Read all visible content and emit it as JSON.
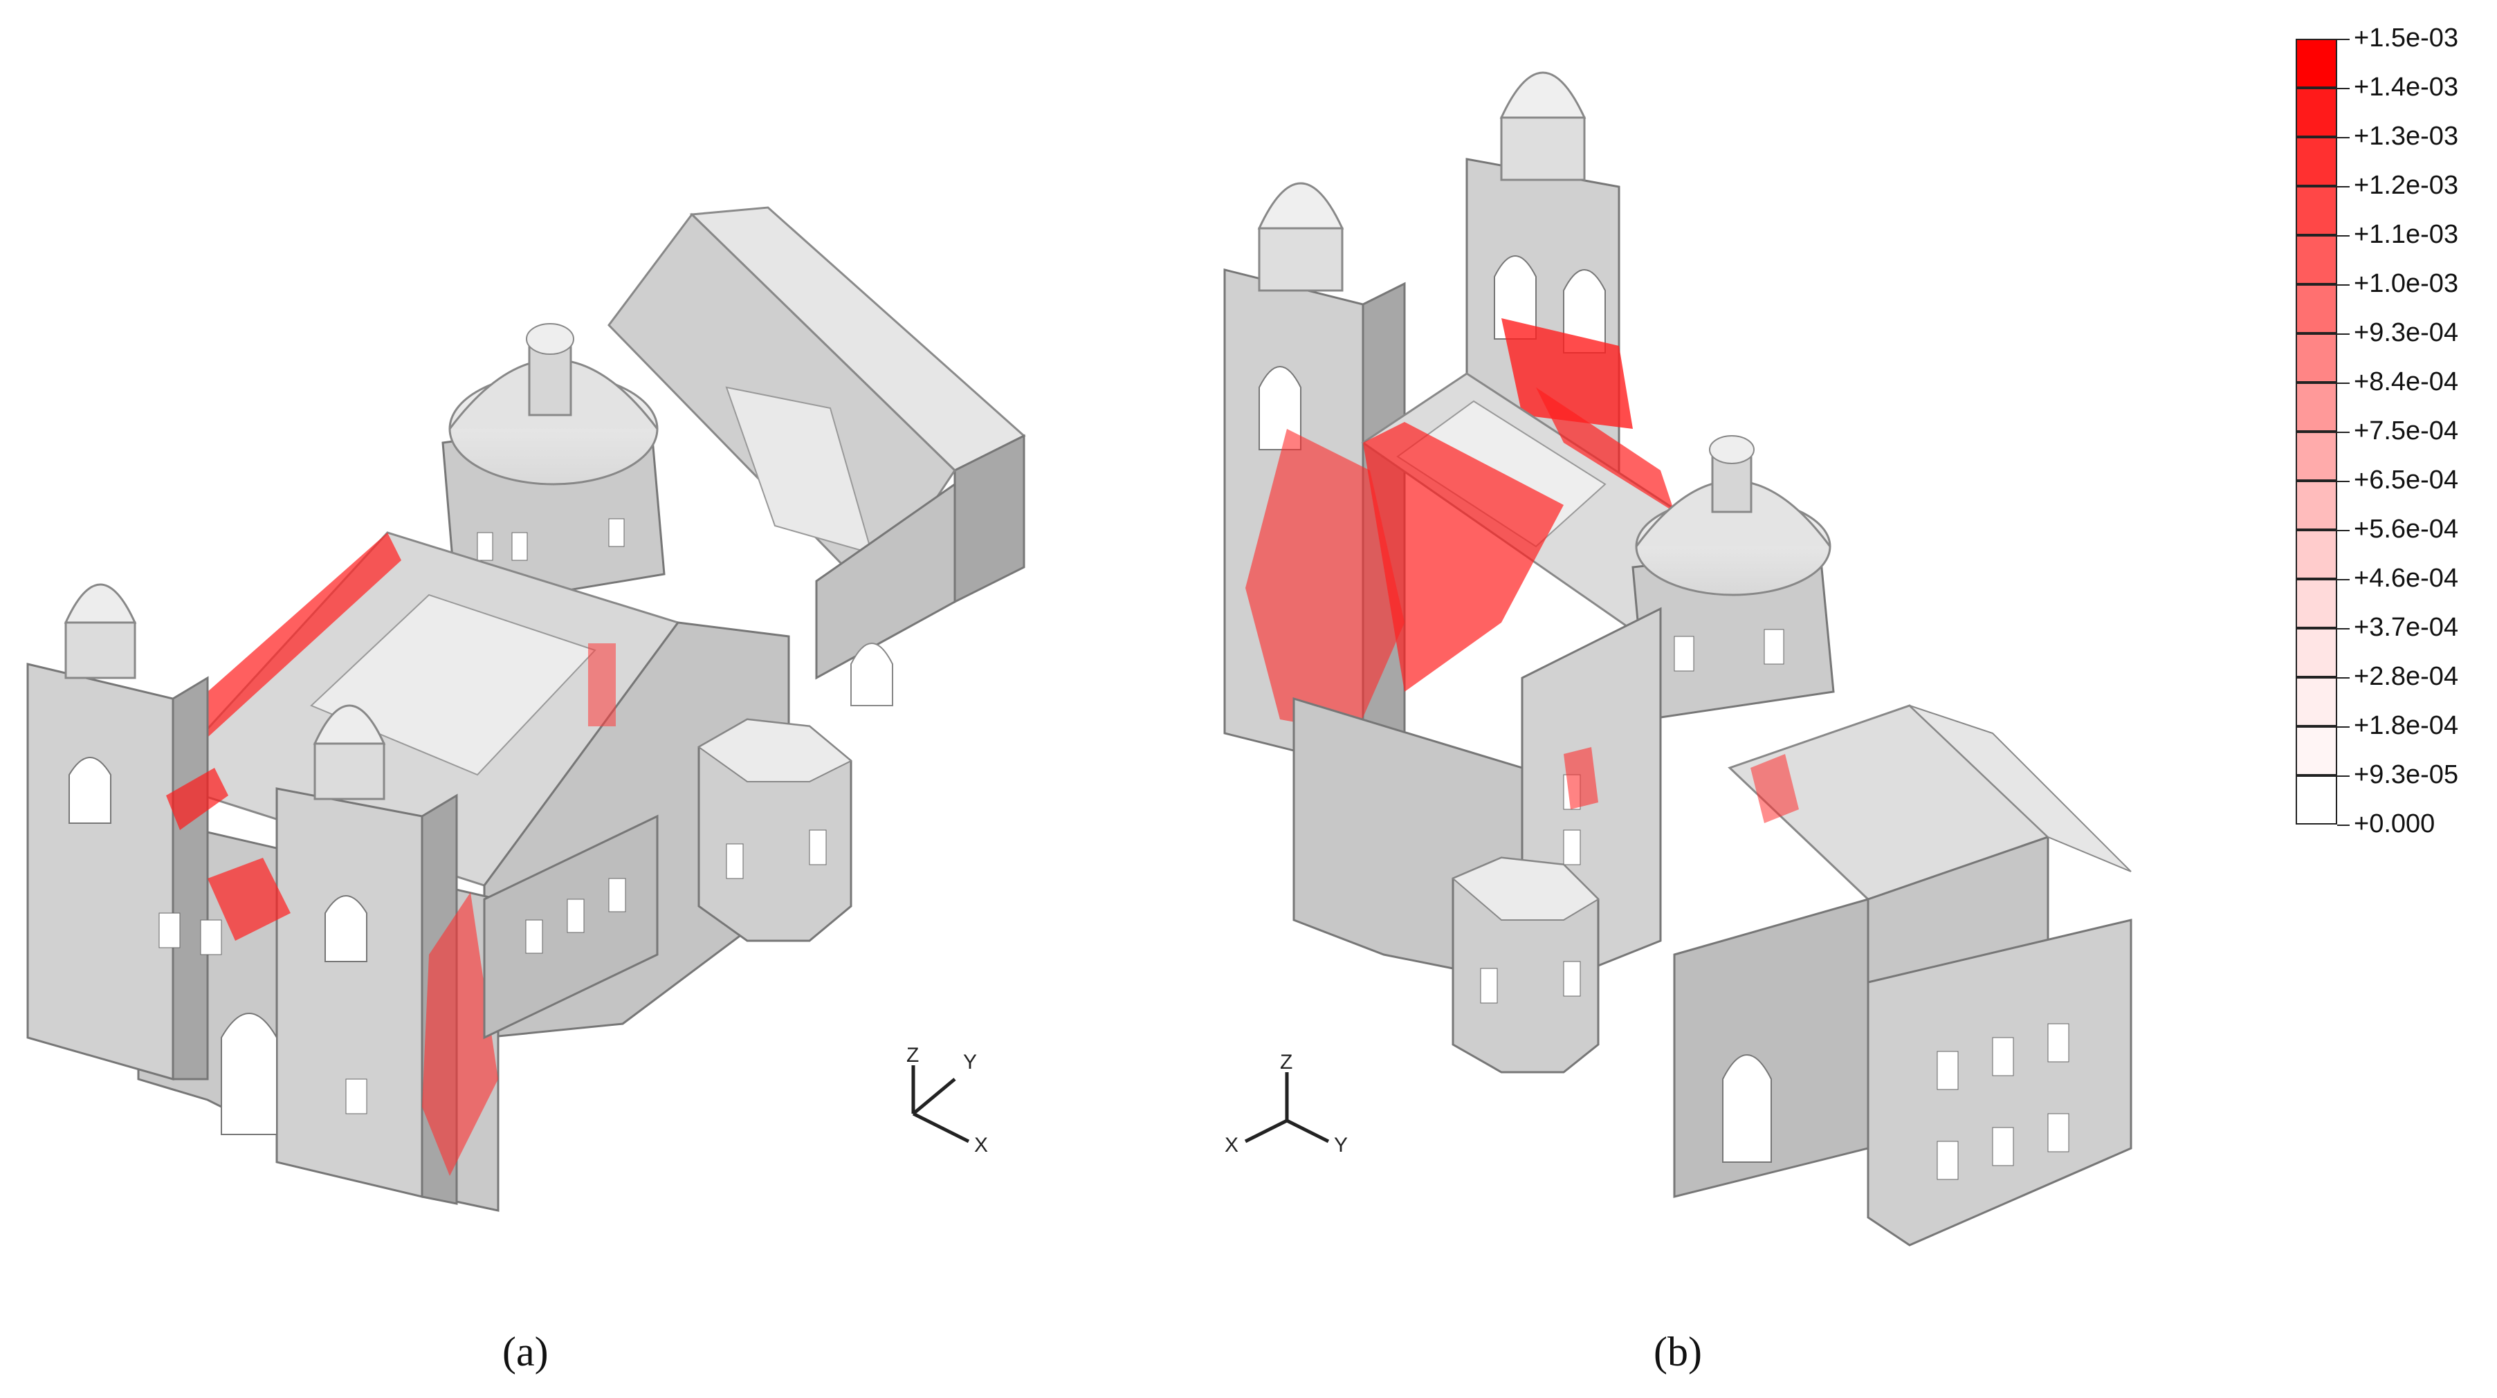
{
  "captions": {
    "a": "(a)",
    "b": "(b)"
  },
  "legend": {
    "labels": [
      "+1.5e-03",
      "+1.4e-03",
      "+1.3e-03",
      "+1.2e-03",
      "+1.1e-03",
      "+1.0e-03",
      "+9.3e-04",
      "+8.4e-04",
      "+7.5e-04",
      "+6.5e-04",
      "+5.6e-04",
      "+4.6e-04",
      "+3.7e-04",
      "+2.8e-04",
      "+1.8e-04",
      "+9.3e-05",
      "+0.000"
    ],
    "colors": [
      "#ff0000",
      "#ff1a1a",
      "#ff3030",
      "#ff4747",
      "#ff5c5c",
      "#ff7070",
      "#ff8585",
      "#ff9999",
      "#ffabab",
      "#ffbcbc",
      "#ffcccc",
      "#ffdada",
      "#ffe5e5",
      "#ffeeee",
      "#fff5f5",
      "#ffffff"
    ]
  },
  "axes": {
    "a": {
      "z": "Z",
      "y": "Y",
      "x": "X"
    },
    "b": {
      "z": "Z",
      "y": "Y",
      "x": "X"
    }
  },
  "colors": {
    "model_face": "#d4d4d4",
    "model_light": "#e8e8e8",
    "model_dark": "#a9a9a9",
    "stress": "#ff0000"
  }
}
